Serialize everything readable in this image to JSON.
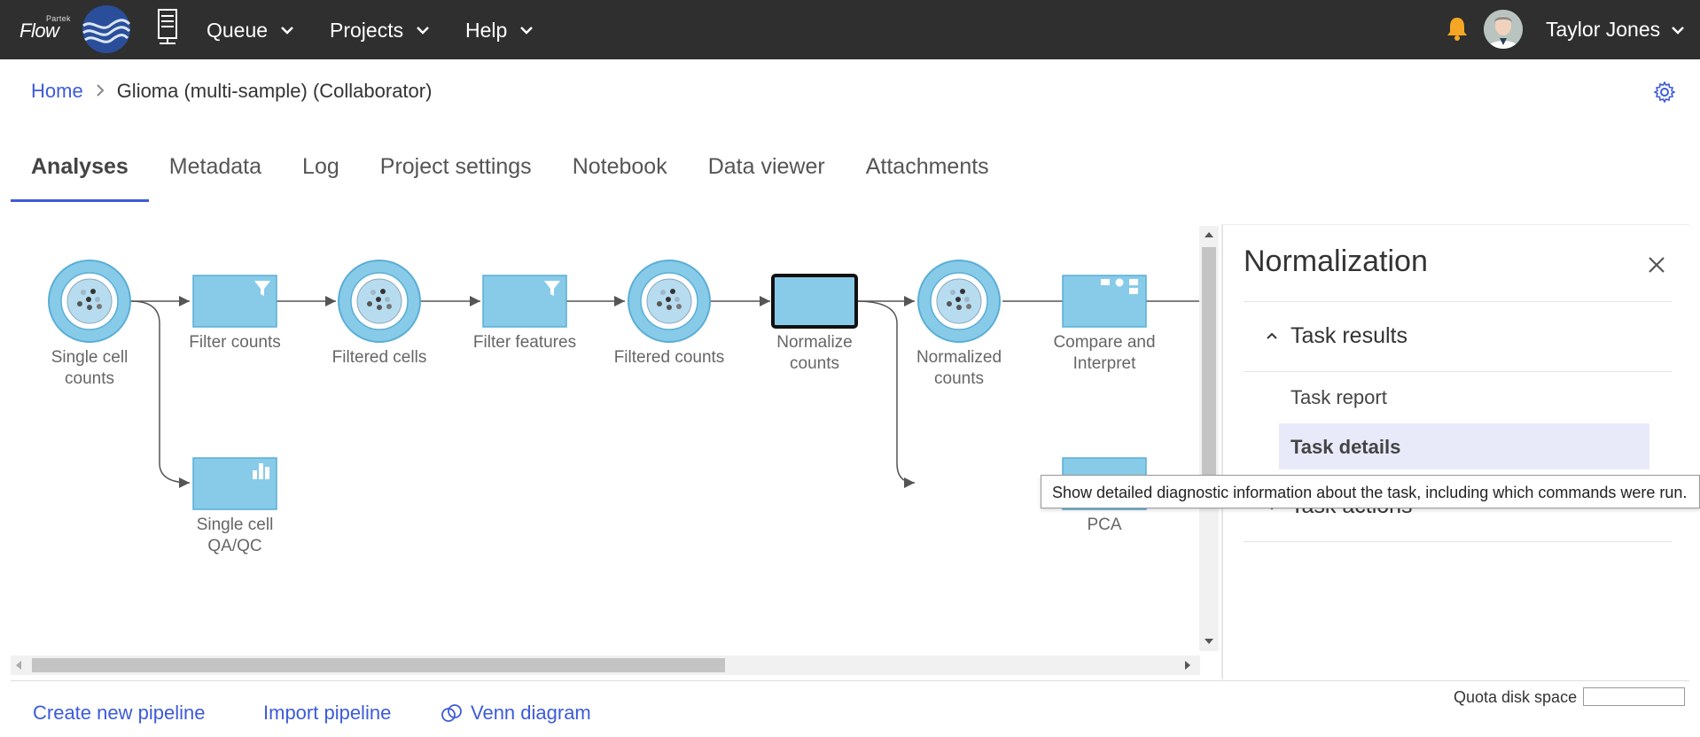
{
  "app": {
    "brand_small": "Partek",
    "brand": "Flow"
  },
  "nav": {
    "queue": "Queue",
    "projects": "Projects",
    "help": "Help"
  },
  "user": {
    "name": "Taylor Jones"
  },
  "breadcrumb": {
    "home": "Home",
    "current": "Glioma (multi-sample) (Collaborator)"
  },
  "tabs": [
    {
      "label": "Analyses",
      "active": true
    },
    {
      "label": "Metadata"
    },
    {
      "label": "Log"
    },
    {
      "label": "Project settings"
    },
    {
      "label": "Notebook"
    },
    {
      "label": "Data viewer"
    },
    {
      "label": "Attachments"
    }
  ],
  "pipeline": {
    "nodes": [
      {
        "label": "Single cell counts",
        "kind": "data"
      },
      {
        "label": "Filter counts",
        "kind": "task",
        "icon": "filter-icon"
      },
      {
        "label": "Filtered cells",
        "kind": "data"
      },
      {
        "label": "Filter features",
        "kind": "task",
        "icon": "filter-icon"
      },
      {
        "label": "Filtered counts",
        "kind": "data"
      },
      {
        "label": "Normalize counts",
        "kind": "task",
        "selected": true
      },
      {
        "label": "Normalized counts",
        "kind": "data"
      },
      {
        "label": "Compare and Interpret",
        "kind": "task",
        "icon": "workflow-icon"
      },
      {
        "label": "Single cell QA/QC",
        "kind": "task",
        "icon": "bar-chart-icon"
      },
      {
        "label": "PCA",
        "kind": "task"
      }
    ]
  },
  "panel": {
    "title": "Normalization",
    "section_results": "Task results",
    "task_report": "Task report",
    "task_details": "Task details",
    "section_actions": "Task actions"
  },
  "tooltip": {
    "text": "Show detailed diagnostic information about the task, including which commands were run."
  },
  "footer": {
    "create_pipeline": "Create new pipeline",
    "import_pipeline": "Import pipeline",
    "venn_diagram": "Venn diagram",
    "quota_label": "Quota disk space",
    "quota_used_fraction": 0
  },
  "colors": {
    "accent": "#3d5bd9",
    "node_fill": "#87cbe9",
    "node_stroke": "#5aaed6",
    "topbar": "#2f2f2f",
    "bell": "#f5a623"
  }
}
